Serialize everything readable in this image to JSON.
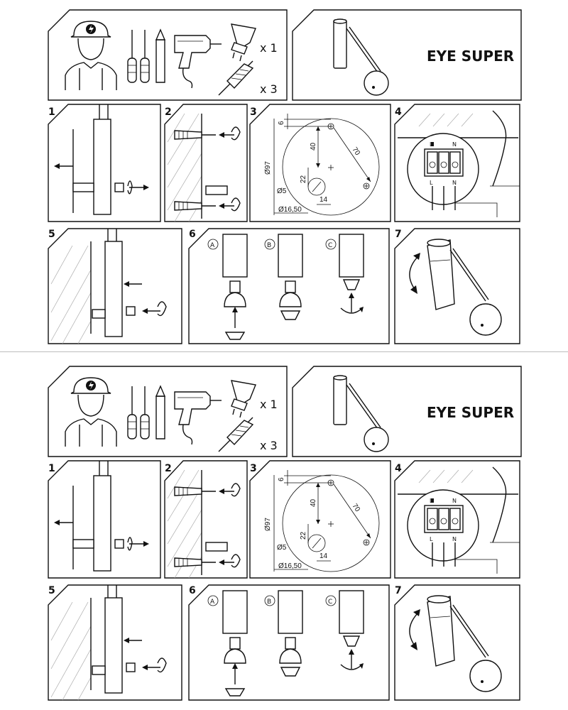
{
  "product_name": "EYE SUPER",
  "tools": {
    "bulb_count": "x 1",
    "anchor_count": "x 3"
  },
  "steps": [
    {
      "number": "1"
    },
    {
      "number": "2"
    },
    {
      "number": "3"
    },
    {
      "number": "4"
    },
    {
      "number": "5"
    },
    {
      "number": "6"
    },
    {
      "number": "7"
    }
  ],
  "dimensions": {
    "d1": "6",
    "d2": "40",
    "d3": "70",
    "d4": "Ø97",
    "d5": "22",
    "d6": "Ø5",
    "d7": "14",
    "d8": "Ø16,50"
  },
  "wiring": {
    "l": "L",
    "n": "N"
  },
  "variants": {
    "a": "A",
    "b": "B",
    "c": "C"
  }
}
